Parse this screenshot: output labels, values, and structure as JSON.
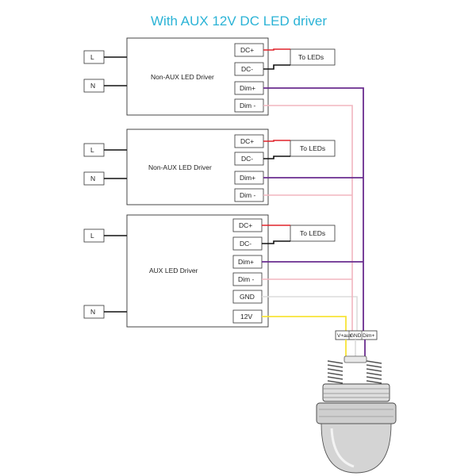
{
  "title": "With AUX 12V DC  LED driver",
  "drivers": [
    {
      "name": "Non-AUX  LED Driver",
      "inputs": [
        "L",
        "N"
      ],
      "terminals": [
        "DC+",
        "DC-",
        "Dim+",
        "Dim -"
      ],
      "output_label": "To LEDs"
    },
    {
      "name": "Non-AUX  LED Driver",
      "inputs": [
        "L",
        "N"
      ],
      "terminals": [
        "DC+",
        "DC-",
        "Dim+",
        "Dim -"
      ],
      "output_label": "To LEDs"
    },
    {
      "name": "AUX  LED Driver",
      "inputs": [
        "L",
        "N"
      ],
      "terminals": [
        "DC+",
        "DC-",
        "Dim+",
        "Dim -",
        "GND",
        "12V"
      ],
      "output_label": "To LEDs"
    }
  ],
  "sensor": {
    "terminals": [
      "V+aux",
      "GND",
      "Dim+"
    ]
  },
  "colors": {
    "title": "#2bb3d6",
    "dc_plus_wire": "#e0242b",
    "dim_plus_wire": "#6a2c8f",
    "dim_minus_wire": "#f2b6bf",
    "gnd_wire": "#dcdcdc",
    "v12_wire": "#f7e438"
  }
}
